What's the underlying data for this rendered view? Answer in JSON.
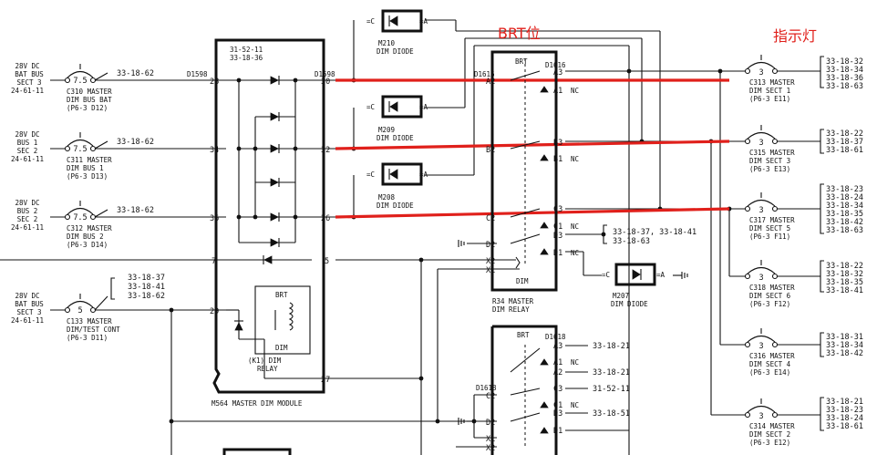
{
  "annotations": {
    "brt_pos": "BRT位",
    "indicator_lights": "指示灯"
  },
  "breakers_left": [
    {
      "id": "c310",
      "source": [
        "28V DC",
        "BAT BUS",
        "SECT 3",
        "24-61-11"
      ],
      "rating": "7.5",
      "ref": "33-18-62",
      "name": [
        "C310  MASTER",
        "DIM BUS BAT",
        "(P6-3 D12)"
      ]
    },
    {
      "id": "c311",
      "source": [
        "28V DC",
        "BUS 1",
        "SEC 2",
        "24-61-11"
      ],
      "rating": "7.5",
      "ref": "33-18-62",
      "name": [
        "C311  MASTER",
        "DIM BUS 1",
        "(P6-3 D13)"
      ]
    },
    {
      "id": "c312",
      "source": [
        "28V DC",
        "BUS 2",
        "SEC 2",
        "24-61-11"
      ],
      "rating": "7.5",
      "ref": "33-18-62",
      "name": [
        "C312  MASTER",
        "DIM BUS 2",
        "(P6-3 D14)"
      ]
    },
    {
      "id": "c133",
      "source": [
        "28V DC",
        "BAT BUS",
        "SECT 3",
        "24-61-11"
      ],
      "rating": "5",
      "refs": [
        "33-18-37",
        "33-18-41",
        "33-18-62"
      ],
      "name": [
        "C133  MASTER",
        "DIM/TEST CONT",
        "(P6-3 D11)"
      ]
    }
  ],
  "module": {
    "refs": [
      "31-52-11",
      "33-18-36"
    ],
    "conn_left": "D1598",
    "conn_right": "D1598",
    "pins_left": [
      "28",
      "34",
      "36",
      "7",
      "29"
    ],
    "pins_right": [
      "30",
      "32",
      "26",
      "5",
      "27"
    ],
    "relay_brt": "BRT",
    "relay_dim": "DIM",
    "relay_label": [
      "(K1)  DIM",
      "RELAY"
    ],
    "name": "M564  MASTER DIM MODULE"
  },
  "diodes_top": [
    {
      "c": "=C",
      "a": "=A",
      "name": [
        "M210",
        "DIM DIODE"
      ]
    },
    {
      "c": "=C",
      "a": "=A",
      "name": [
        "M209",
        "DIM DIODE"
      ]
    },
    {
      "c": "=C",
      "a": "=A",
      "name": [
        "M208",
        "DIM DIODE"
      ]
    }
  ],
  "relay_r34": {
    "conn": "D1616",
    "conn_top": "D1616",
    "brt": "BRT",
    "dim": "DIM",
    "pins_left": [
      "A2",
      "B2",
      "C2",
      "D2",
      "X2",
      "X1"
    ],
    "pins_right": [
      "A3",
      "A1",
      "B3",
      "B1",
      "C3",
      "C1",
      "D3",
      "D1"
    ],
    "nc": "NC",
    "d3_refs": "33-18-37, 33-18-41",
    "d3_refs2": "33-18-63",
    "name": [
      "R34   MASTER",
      "DIM RELAY"
    ]
  },
  "diode_m207": {
    "c": "=C",
    "a": "=A",
    "name": [
      "M207",
      "DIM DIODE"
    ]
  },
  "relay_lower": {
    "conn_top": "D1618",
    "conn_left": "D1618",
    "brt": "BRT",
    "rows": [
      {
        "pin": "A3",
        "ref": "33-18-21"
      },
      {
        "pin": "A1",
        "ref": "NC"
      },
      {
        "pin": "A2",
        "ref": "33-18-21"
      },
      {
        "pin": "C3",
        "ref": "31-52-11"
      },
      {
        "pin": "C1",
        "ref": "NC"
      },
      {
        "pin": "D3",
        "ref": "33-18-51"
      },
      {
        "pin": "D1",
        "ref": ""
      }
    ],
    "pins_left": [
      "C2",
      "D2",
      "X1",
      "X2"
    ]
  },
  "breakers_right": [
    {
      "rating": "3",
      "name": [
        "C313  MASTER",
        "DIM SECT 1",
        "(P6-3 E11)"
      ],
      "refs": [
        "33-18-32",
        "33-18-34",
        "33-18-36",
        "33-18-63"
      ]
    },
    {
      "rating": "3",
      "name": [
        "C315  MASTER",
        "DIM SECT 3",
        "(P6-3 E13)"
      ],
      "refs": [
        "33-18-22",
        "33-18-37",
        "33-18-61"
      ]
    },
    {
      "rating": "3",
      "name": [
        "C317  MASTER",
        "DIM SECT 5",
        "(P6-3 F11)"
      ],
      "refs": [
        "33-18-23",
        "33-18-24",
        "33-18-34",
        "33-18-35",
        "33-18-42",
        "33-18-63"
      ]
    },
    {
      "rating": "3",
      "name": [
        "C318  MASTER",
        "DIM SECT 6",
        "(P6-3 F12)"
      ],
      "refs": [
        "33-18-22",
        "33-18-32",
        "33-18-35",
        "33-18-41"
      ]
    },
    {
      "rating": "3",
      "name": [
        "C316  MASTER",
        "DIM SECT 4",
        "(P6-3 E14)"
      ],
      "refs": [
        "33-18-31",
        "33-18-34",
        "33-18-42"
      ]
    },
    {
      "rating": "3",
      "name": [
        "C314  MASTER",
        "DIM SECT 2",
        "(P6-3 E12)"
      ],
      "refs": [
        "33-18-21",
        "33-18-23",
        "33-18-24",
        "33-18-61"
      ]
    }
  ]
}
